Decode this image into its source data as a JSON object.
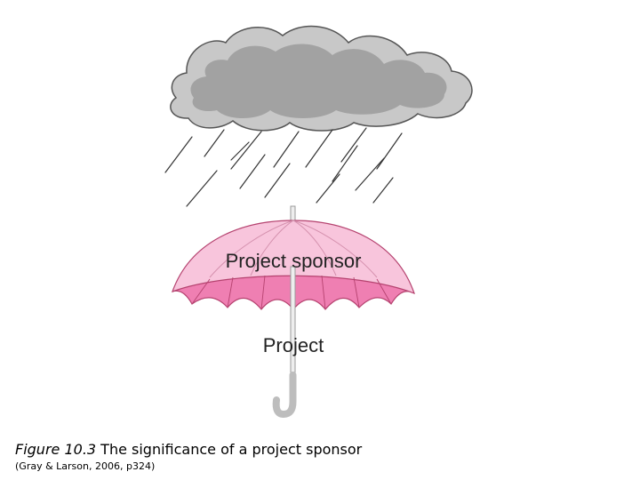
{
  "diagram": {
    "cloud_label": "",
    "canopy_label": "Project sponsor",
    "handle_label": "Project",
    "colors": {
      "cloud_outer": "#c8c8c8",
      "cloud_inner": "#a2a2a2",
      "cloud_stroke": "#555555",
      "canopy_top": "#f8c5dc",
      "canopy_inner": "#ef7fb2",
      "canopy_stroke": "#b5426f",
      "shaft": "#eeeeee",
      "handle": "#bdbdbd"
    },
    "icons": [
      "cloud-icon",
      "rain-icon",
      "umbrella-icon"
    ]
  },
  "caption": {
    "figure_label": "Figure 10.3",
    "text": "The significance of a project sponsor",
    "citation": "(Gray & Larson, 2006, p324)"
  }
}
